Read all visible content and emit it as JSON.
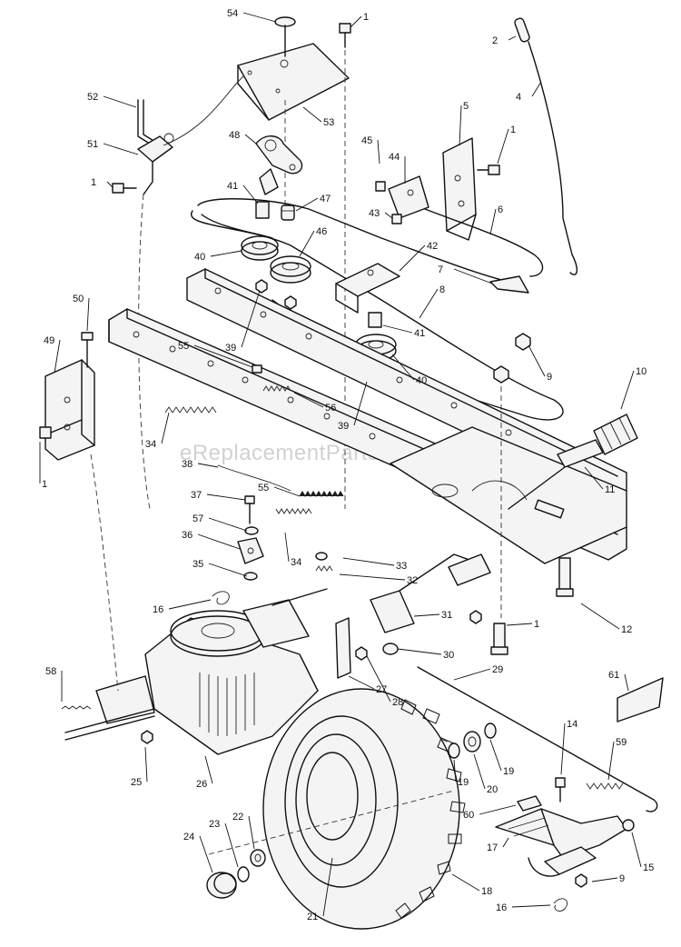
{
  "watermark": "eReplacementParts.com",
  "callouts": [
    "54",
    "1",
    "2",
    "4",
    "52",
    "53",
    "51",
    "48",
    "45",
    "1",
    "5",
    "1",
    "44",
    "47",
    "41",
    "43",
    "6",
    "46",
    "40",
    "42",
    "7",
    "8",
    "50",
    "49",
    "41",
    "39",
    "40",
    "55",
    "9",
    "56",
    "10",
    "39",
    "34",
    "38",
    "1",
    "55",
    "11",
    "37",
    "57",
    "36",
    "34",
    "33",
    "35",
    "32",
    "16",
    "31",
    "1",
    "12",
    "58",
    "30",
    "27",
    "28",
    "29",
    "61",
    "25",
    "26",
    "14",
    "59",
    "19",
    "20",
    "19",
    "60",
    "23",
    "22",
    "24",
    "17",
    "15",
    "18",
    "9",
    "21",
    "16"
  ]
}
